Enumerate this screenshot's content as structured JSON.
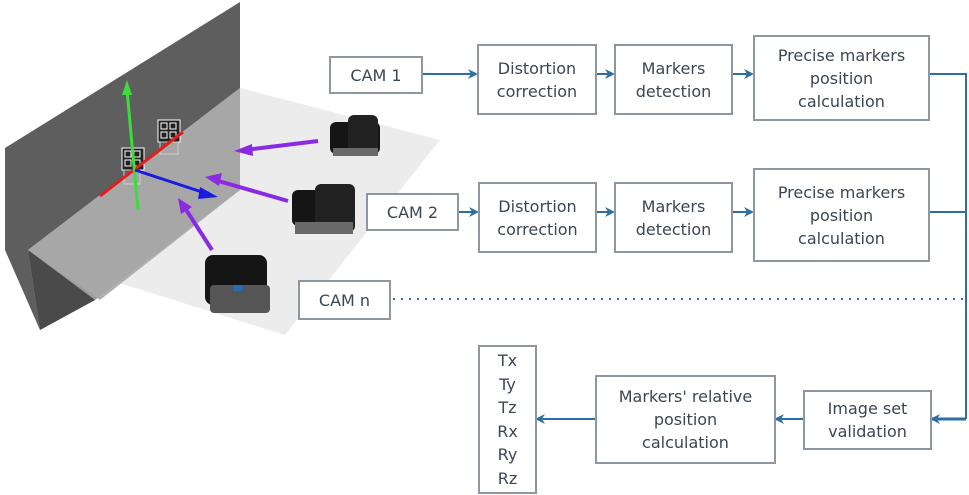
{
  "colors": {
    "connector": "#2e6fa3",
    "box_border": "#8d96a2",
    "text": "#3b4653",
    "axis_x": "#e0201c",
    "axis_y": "#3ddc3a",
    "axis_z": "#1a1ae0",
    "camera_ray": "#8a2be2"
  },
  "scene": {
    "description": "3D view of calibration wall with markers, coordinate axes and three cameras pointing at it"
  },
  "cameras": [
    {
      "label": "CAM 1"
    },
    {
      "label": "CAM 2"
    },
    {
      "label": "CAM n"
    }
  ],
  "pipeline_row1": {
    "distortion": [
      "Distortion",
      "correction"
    ],
    "detection": [
      "Markers",
      "detection"
    ],
    "precise": [
      "Precise markers",
      "position",
      "calculation"
    ]
  },
  "pipeline_row2": {
    "distortion": [
      "Distortion",
      "correction"
    ],
    "detection": [
      "Markers",
      "detection"
    ],
    "precise": [
      "Precise markers",
      "position",
      "calculation"
    ]
  },
  "validation": [
    "Image set",
    "validation"
  ],
  "relative": [
    "Markers' relative",
    "position",
    "calculation"
  ],
  "outputs": [
    "Tx",
    "Ty",
    "Tz",
    "Rx",
    "Ry",
    "Rz"
  ]
}
